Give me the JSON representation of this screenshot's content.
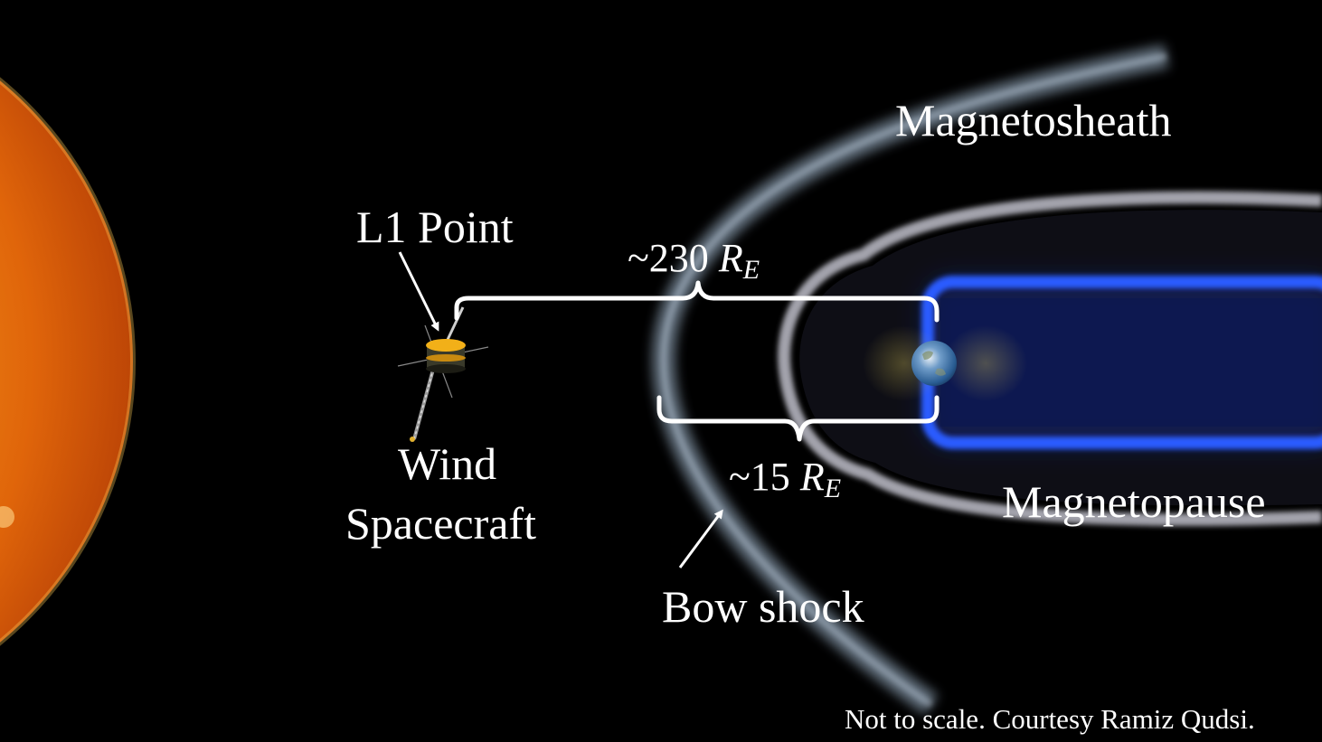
{
  "labels": {
    "l1_point": "L1 Point",
    "wind_line1": "Wind",
    "wind_line2": "Spacecraft",
    "magnetosheath": "Magnetosheath",
    "magnetopause": "Magnetopause",
    "bow_shock": "Bow shock"
  },
  "distances": {
    "l1_to_earth": {
      "prefix": "~230 ",
      "symbol": "R",
      "subscript": "E"
    },
    "bowshock_to_earth": {
      "prefix": "~15 ",
      "symbol": "R",
      "subscript": "E"
    }
  },
  "credit": "Not to scale. Courtesy Ramiz Qudsi.",
  "colors": {
    "background": "#000000",
    "sun": "#f08a0c",
    "sheath_glow": "#a9c1d8",
    "magnetopause_glow": "#d9d9e6",
    "magnetosphere_core": "#1a45ff",
    "earth_ocean": "#2f6fb0",
    "annotation": "#ffffff"
  },
  "icons": [
    "sun-icon",
    "spacecraft-icon",
    "earth-icon"
  ]
}
